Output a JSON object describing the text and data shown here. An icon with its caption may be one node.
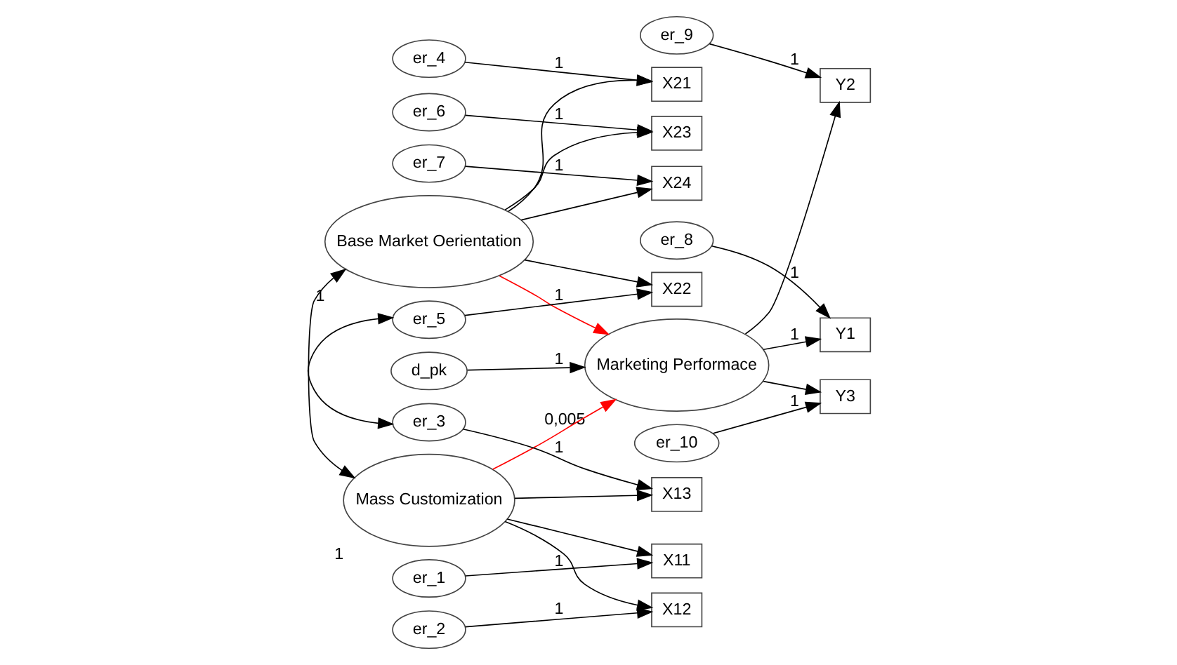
{
  "diagram": {
    "nodes": [
      {
        "text": [
          "Mass Customization"
        ],
        "beside": [
          "1"
        ]
      },
      {
        "text": [
          "Base Market Oerientation"
        ],
        "beside": [
          "1"
        ]
      },
      {
        "text": [
          "Marketing Performace"
        ],
        "beside": [
          "0,005"
        ]
      },
      {
        "text": [
          "X11"
        ]
      },
      {
        "text": [
          "X12"
        ]
      },
      {
        "text": [
          "X13"
        ]
      },
      {
        "text": [
          "X21"
        ]
      },
      {
        "text": [
          "X22"
        ]
      },
      {
        "text": [
          "X23"
        ]
      },
      {
        "text": [
          "X24"
        ]
      },
      {
        "text": [
          "Y1"
        ]
      },
      {
        "text": [
          "Y2"
        ]
      },
      {
        "text": [
          "Y3"
        ]
      },
      {
        "text": [
          "er_1"
        ]
      },
      {
        "text": [
          "er_2"
        ]
      },
      {
        "text": [
          "er_3"
        ]
      },
      {
        "text": [
          "er_4"
        ]
      },
      {
        "text": [
          "er_5"
        ]
      },
      {
        "text": [
          "er_6"
        ]
      },
      {
        "text": [
          "er_7"
        ]
      },
      {
        "text": [
          "er_8"
        ]
      },
      {
        "text": [
          "er_9"
        ]
      },
      {
        "text": [
          "er_10"
        ]
      },
      {
        "text": [
          "d_pk"
        ]
      }
    ],
    "edges": [
      {
        "from": 13,
        "to": 3,
        "arrow": "to",
        "label": "1"
      },
      {
        "from": 14,
        "to": 4,
        "arrow": "to",
        "label": "1"
      },
      {
        "from": 15,
        "to": 5,
        "arrow": "to",
        "label": "1"
      },
      {
        "from": 16,
        "to": 6,
        "arrow": "to",
        "label": "1"
      },
      {
        "from": 17,
        "to": 7,
        "arrow": "to",
        "label": "1"
      },
      {
        "from": 18,
        "to": 8,
        "arrow": "to",
        "label": "1"
      },
      {
        "from": 19,
        "to": 9,
        "arrow": "to",
        "label": "1"
      },
      {
        "from": 0,
        "to": 3,
        "arrow": "to"
      },
      {
        "from": 0,
        "to": 4,
        "arrow": "to"
      },
      {
        "from": 0,
        "to": 5,
        "arrow": "to"
      },
      {
        "from": 1,
        "to": 6,
        "arrow": "to"
      },
      {
        "from": 1,
        "to": 7,
        "arrow": "to"
      },
      {
        "from": 1,
        "to": 8,
        "arrow": "to"
      },
      {
        "from": 1,
        "to": 9,
        "arrow": "to"
      },
      {
        "from": 15,
        "to": 17,
        "arrow": "both"
      },
      {
        "from": 0,
        "to": 1,
        "arrow": "both"
      },
      {
        "from": 0,
        "to": 2,
        "arrow": "to",
        "color": "#ff0000"
      },
      {
        "from": 1,
        "to": 2,
        "arrow": "to",
        "color": "#ff0000"
      },
      {
        "from": 2,
        "to": 10,
        "arrow": "to",
        "label": "1"
      },
      {
        "from": 2,
        "to": 11,
        "arrow": "to"
      },
      {
        "from": 2,
        "to": 12,
        "arrow": "to"
      },
      {
        "from": 20,
        "to": 10,
        "arrow": "to",
        "label": "1"
      },
      {
        "from": 21,
        "to": 11,
        "arrow": "to",
        "label": "1"
      },
      {
        "from": 22,
        "to": 12,
        "arrow": "to",
        "label": "1"
      },
      {
        "from": 23,
        "to": 2,
        "arrow": "to",
        "label": "1"
      }
    ]
  }
}
